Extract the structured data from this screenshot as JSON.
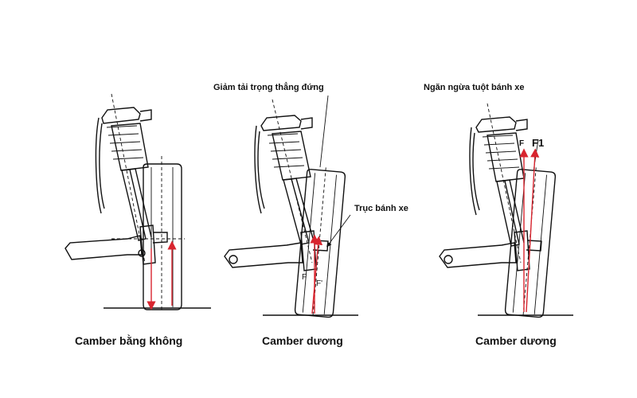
{
  "panels": [
    {
      "caption": "Camber bằng không"
    },
    {
      "caption": "Camber dương",
      "top_note": "Giảm tải trọng thẳng đứng",
      "axle_label": "Trục bánh xe",
      "force_f": "F",
      "force_f_prime": "F'"
    },
    {
      "caption": "Camber dương",
      "top_note": "Ngăn ngừa tuột bánh xe",
      "force_f": "F",
      "force_f1": "F1"
    }
  ],
  "colors": {
    "force_arrow": "#d8252f",
    "line": "#111111"
  }
}
